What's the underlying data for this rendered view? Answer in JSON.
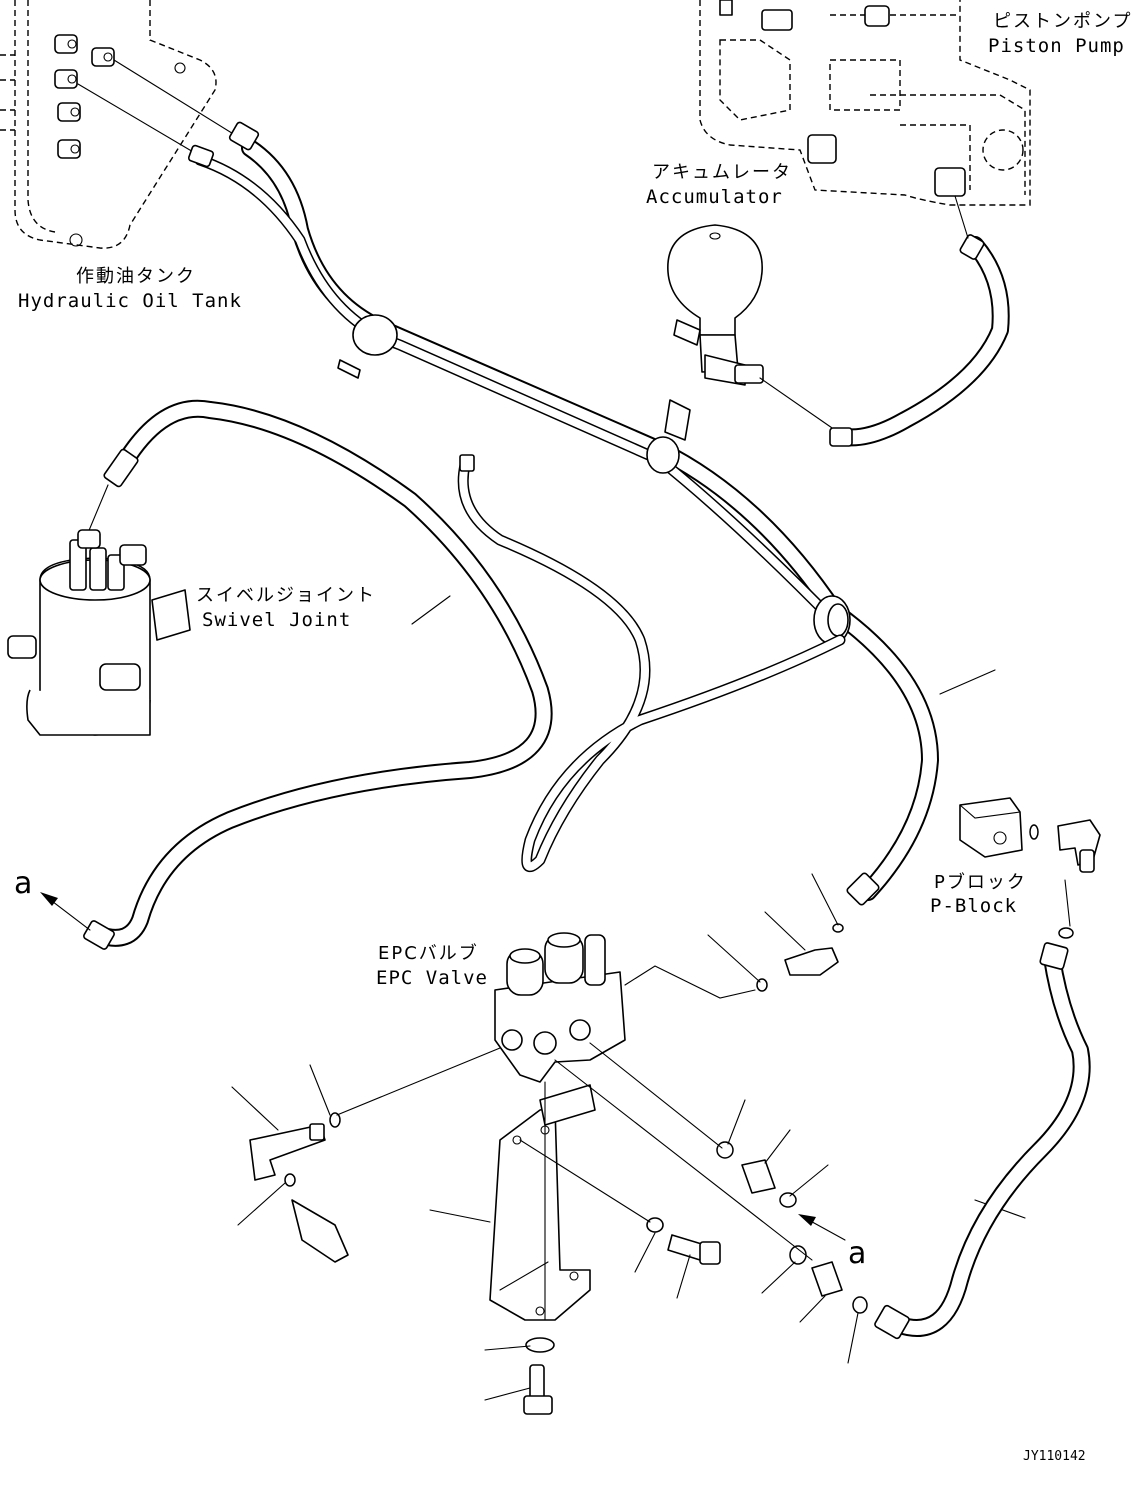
{
  "labels": {
    "piston_pump_jp": "ピストンポンプ",
    "piston_pump_en": "Piston Pump",
    "accumulator_jp": "アキュムレータ",
    "accumulator_en": "Accumulator",
    "hydraulic_tank_jp": "作動油タンク",
    "hydraulic_tank_en": "Hydraulic Oil Tank",
    "swivel_joint_jp": "スイベルジョイント",
    "swivel_joint_en": "Swivel Joint",
    "p_block_jp": "Pブロック",
    "p_block_en": "P-Block",
    "epc_valve_jp": "EPCバルブ",
    "epc_valve_en": "EPC Valve",
    "connection_mark_left": "a",
    "connection_mark_right": "a",
    "drawing_code": "JY110142"
  }
}
